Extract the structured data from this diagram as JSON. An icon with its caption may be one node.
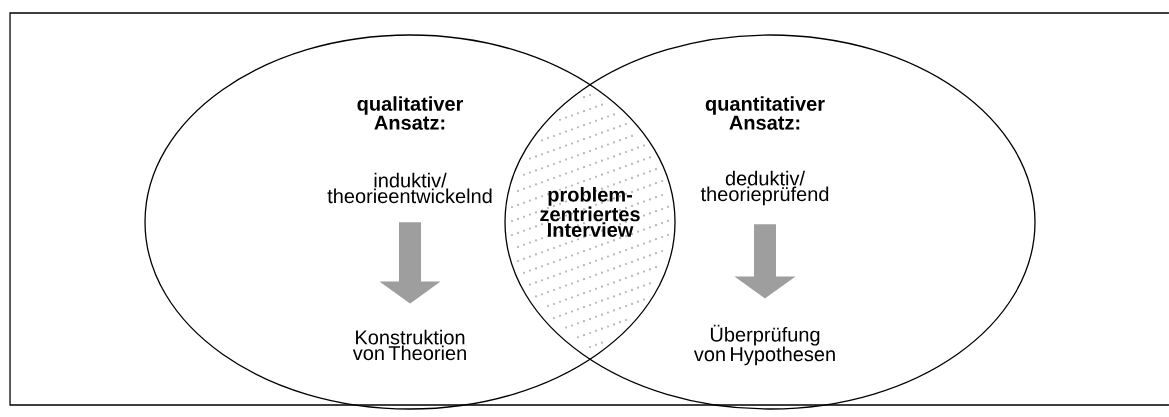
{
  "diagram": {
    "nodes": [
      {
        "text": [
          "qualitativer Ansatz:"
        ]
      },
      {
        "text": [
          "induktiv/ theorieentwickelnd"
        ],
        "in": 0
      },
      {
        "text": [
          "Konstruktion von Theorien"
        ],
        "in": 0
      },
      {
        "text": [
          "quantitativer Ansatz:"
        ]
      },
      {
        "text": [
          "deduktiv/ theorieprüfend"
        ],
        "in": 3
      },
      {
        "text": [
          "Überprüfung von Hypothesen"
        ],
        "in": 3
      },
      {
        "text": [
          "problem- zentriertes Interview"
        ]
      }
    ],
    "edges": [
      {
        "from": 1,
        "to": 2,
        "arrow": "to"
      },
      {
        "from": 4,
        "to": 5,
        "arrow": "to"
      }
    ]
  }
}
